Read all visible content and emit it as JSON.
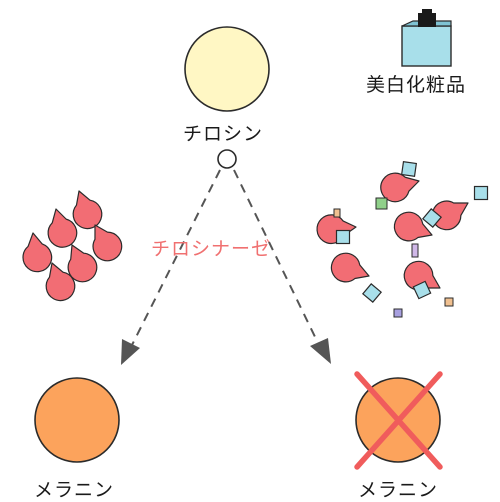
{
  "labels": {
    "tyrosine": "チロシン",
    "enzyme": "チロシナーゼ",
    "melanin_left": "メラニン",
    "melanin_right": "メラニン",
    "product": "美白化粧品"
  },
  "colors": {
    "tyrosine_fill": "#fff7c4",
    "melanin_fill": "#fca35c",
    "enzyme_fill": "#f26d74",
    "inhibitor_fill": "#a8dfea",
    "cross": "#f05c5c",
    "enzyme_text": "#f07070",
    "arrow": "#555555"
  },
  "icons": {
    "product": "cosmetic-jar-icon",
    "enzyme": "pacman-enzyme-icon",
    "inhibitor": "inhibitor-cube-icon",
    "blocked": "cross-icon"
  }
}
